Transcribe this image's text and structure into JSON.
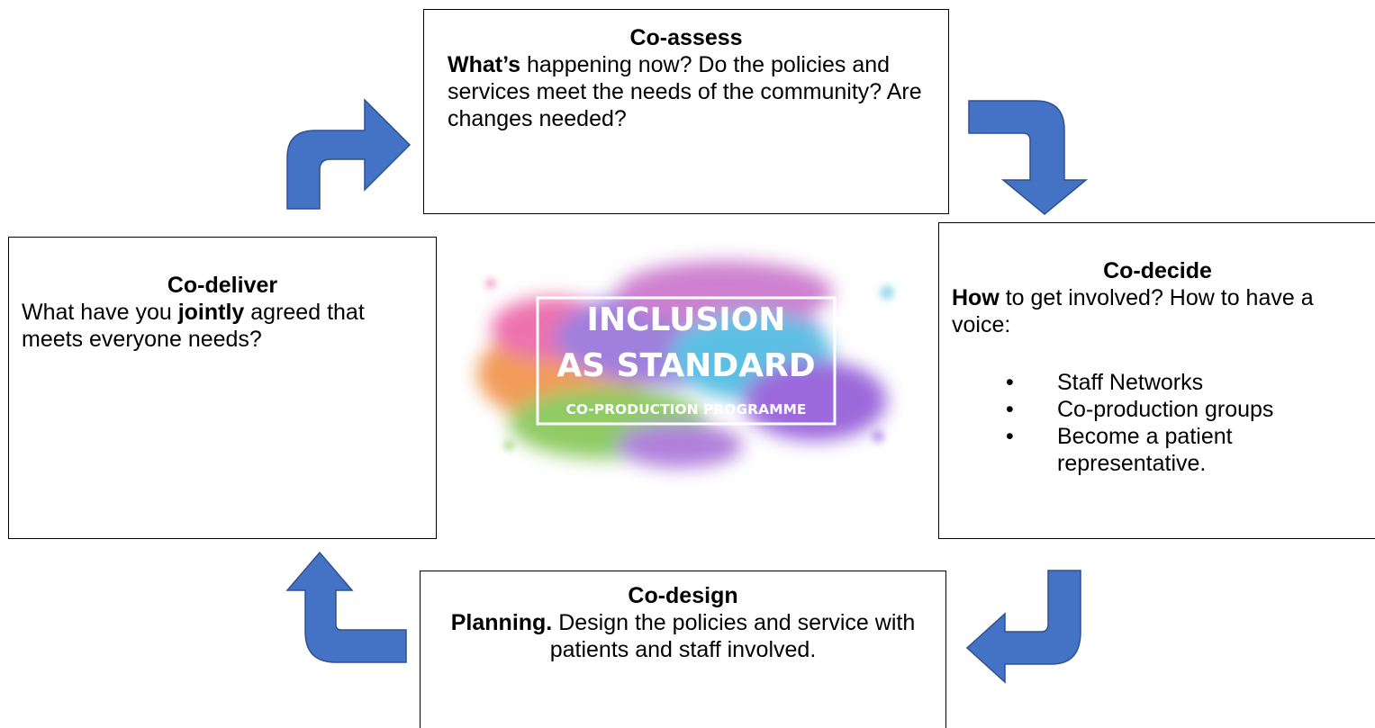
{
  "co_assess": {
    "title": "Co-assess",
    "lead": "What’s",
    "text": " happening now? Do the policies and services meet the needs of the community? Are changes needed?"
  },
  "co_decide": {
    "title": "Co-decide",
    "lead": "How",
    "text": " to get involved? How to have a voice:",
    "items": [
      "Staff Networks",
      "Co-production groups",
      "Become a patient representative."
    ]
  },
  "co_deliver": {
    "title": "Co-deliver",
    "text_before": "What have you ",
    "emphasis": "jointly",
    "text_after": " agreed that meets everyone needs?"
  },
  "co_design": {
    "title": "Co-design",
    "lead": "Planning.",
    "text": " Design the policies and service with patients and staff involved."
  },
  "logo": {
    "line1": "INCLUSION",
    "line2": "AS STANDARD",
    "line3": "CO-PRODUCTION PROGRAMME"
  },
  "colors": {
    "arrow_fill": "#4472C4",
    "arrow_stroke": "#2F528F"
  }
}
